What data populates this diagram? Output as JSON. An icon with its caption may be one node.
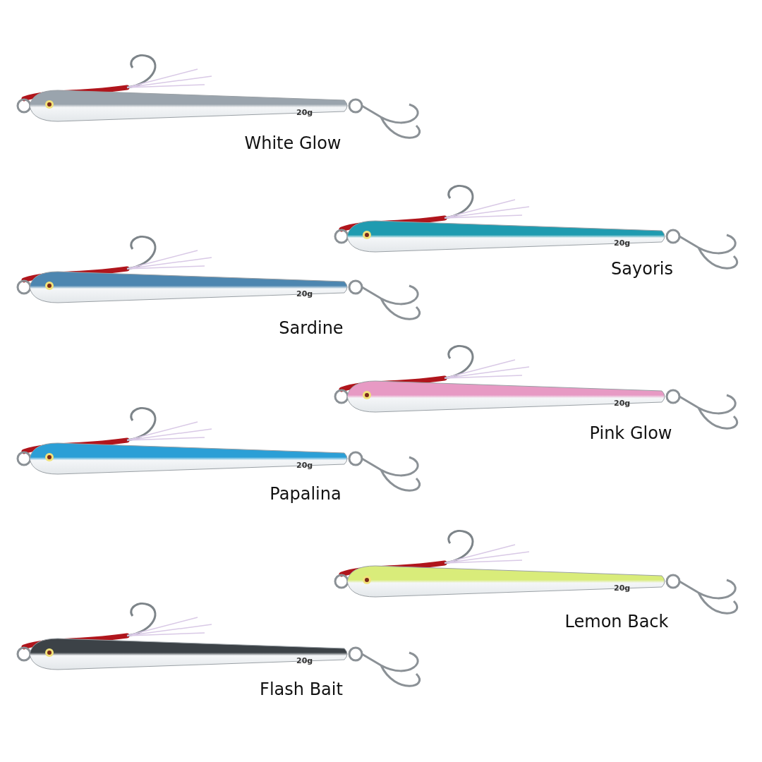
{
  "diagram": {
    "labels": [
      "20g",
      "White Glow",
      "20g",
      "Sayoris",
      "20g",
      "Sardine",
      "20g",
      "Pink Glow",
      "20g",
      "Papalina",
      "20g",
      "Lemon Back",
      "20g",
      "Flash Bait"
    ]
  }
}
